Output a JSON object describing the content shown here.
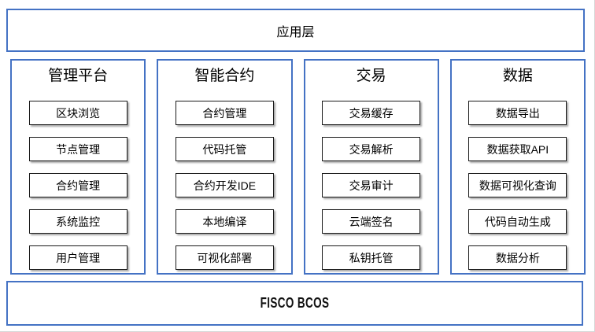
{
  "diagram": {
    "top_bar": {
      "label": "应用层"
    },
    "columns": [
      {
        "title": "管理平台",
        "items": [
          "区块浏览",
          "节点管理",
          "合约管理",
          "系统监控",
          "用户管理"
        ]
      },
      {
        "title": "智能合约",
        "items": [
          "合约管理",
          "代码托管",
          "合约开发IDE",
          "本地编译",
          "可视化部署"
        ]
      },
      {
        "title": "交易",
        "items": [
          "交易缓存",
          "交易解析",
          "交易审计",
          "云端签名",
          "私钥托管"
        ]
      },
      {
        "title": "数据",
        "items": [
          "数据导出",
          "数据获取API",
          "数据可视化查询",
          "代码自动生成",
          "数据分析"
        ]
      }
    ],
    "bottom_bar": {
      "label": "FISCO BCOS"
    },
    "colors": {
      "frame_border": "#4472C4",
      "module_border": "#1a1a1a",
      "module_shadow": "#b3b3b3",
      "text": "#000000",
      "background": "#ffffff"
    }
  }
}
